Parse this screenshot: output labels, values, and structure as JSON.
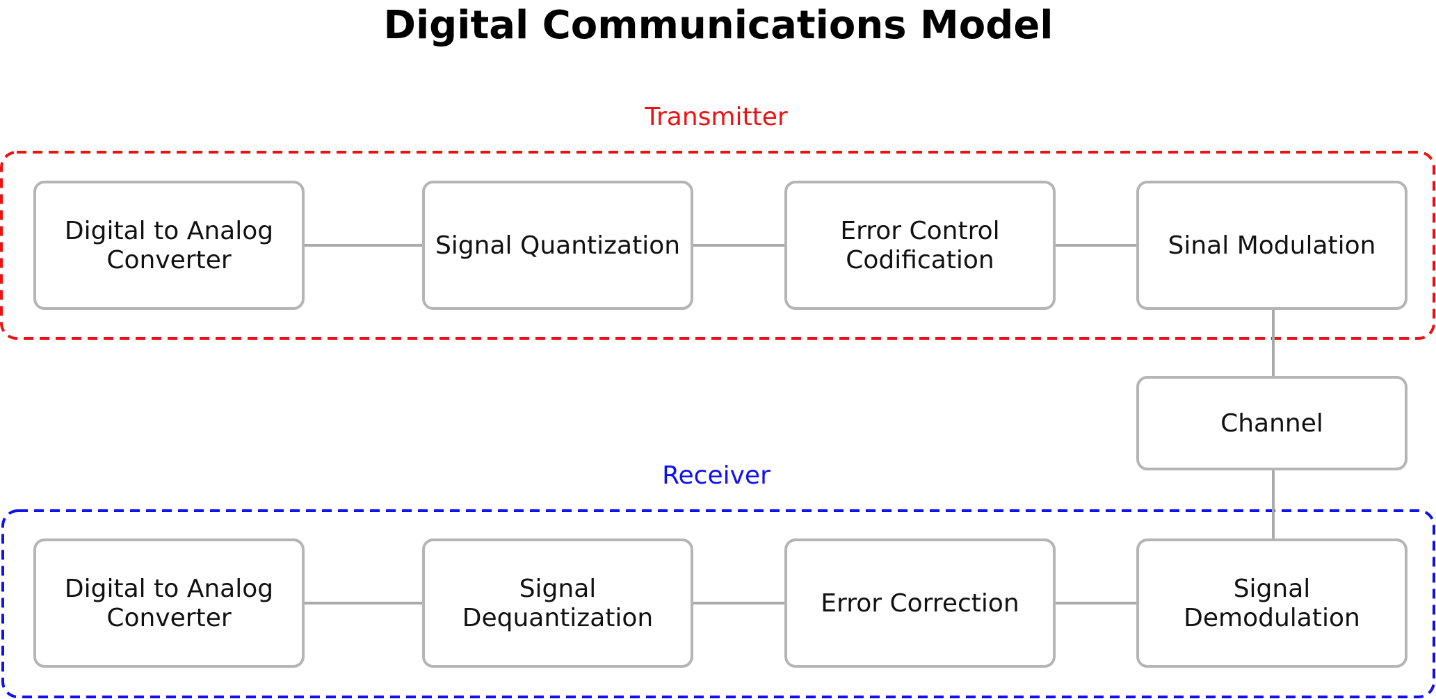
{
  "title": "Digital Communications Model",
  "colors": {
    "transmitter": "#ee1111",
    "receiver": "#1111ee",
    "node_border": "#b5b5b5",
    "edge": "#aaaaaa"
  },
  "groups": {
    "transmitter": {
      "label": "Transmitter"
    },
    "receiver": {
      "label": "Receiver"
    }
  },
  "nodes": {
    "tx1": {
      "lines": [
        "Digital to Analog",
        "Converter"
      ]
    },
    "tx2": {
      "lines": [
        "Signal Quantization"
      ]
    },
    "tx3": {
      "lines": [
        "Error Control",
        "Codification"
      ]
    },
    "tx4": {
      "lines": [
        "Sinal Modulation"
      ]
    },
    "channel": {
      "lines": [
        "Channel"
      ]
    },
    "rx1": {
      "lines": [
        "Digital to Analog",
        "Converter"
      ]
    },
    "rx2": {
      "lines": [
        "Signal",
        "Dequantization"
      ]
    },
    "rx3": {
      "lines": [
        "Error Correction"
      ]
    },
    "rx4": {
      "lines": [
        "Signal",
        "Demodulation"
      ]
    }
  },
  "edges": [
    [
      "tx1",
      "tx2"
    ],
    [
      "tx2",
      "tx3"
    ],
    [
      "tx3",
      "tx4"
    ],
    [
      "tx4",
      "channel"
    ],
    [
      "channel",
      "rx4"
    ],
    [
      "rx1",
      "rx2"
    ],
    [
      "rx2",
      "rx3"
    ],
    [
      "rx3",
      "rx4"
    ]
  ]
}
